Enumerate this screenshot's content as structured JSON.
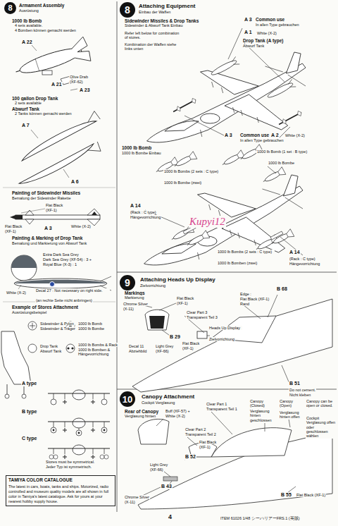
{
  "diagram": {
    "nodes": [
      {
        "text": [
          "8"
        ]
      },
      {
        "text": [
          "8"
        ]
      },
      {
        "text": [
          "9"
        ]
      },
      {
        "text": [
          "10"
        ]
      },
      {
        "text": [
          "TAMIYA COLOR CATALOGUE",
          "The latest in cars, boats, tanks and ships. Motorized, radio controlled and museum quality models are all shown in full color in Tamiya's latest catalogue. Ask for yours at your nearest hobby supply house."
        ]
      }
    ],
    "edges": [],
    "labels": [
      "Armament Assembly",
      "Ausrüstung",
      "1000 lb Bomb",
      "4 sets available.",
      "4 Bomben können gemacht werden",
      "A 22",
      "Olive Drab",
      "A 21",
      "(XF-62)",
      "A 23",
      "100 gallon Drop Tank",
      "2 sets available",
      "Abwurf Tank",
      "2 Tanks können gemacht werden",
      "A 7",
      "A 6",
      "Painting of Sidewinder Missiles",
      "Bemalung der Sidewinder Rakette",
      "Flat Black",
      "(XF-1)",
      "Flat Black",
      "(XF-1)",
      "A 3",
      "White (X-2)",
      "Painting & Marking of Drop Tank",
      "Bemalung und Markierung von Abwurf Tank",
      "Extra Dark Sea Grey",
      "Dark Sea Grey (XF-54) : 3 +",
      "Royal Blue (X-3) : 1",
      "White (X-2)",
      "Decal 27 : Not necessary on right side.",
      "(an rechte Seite nicht anbringen)",
      "Example of Stores Attachment",
      "Ausrüstungsbeispiel",
      "Sidewinder & Pylon",
      "Sidewinder & Träger",
      "1000 lb Bomb",
      "1000 lb Bombe",
      "Drop Tank",
      "Abwurf Tank",
      "1000 lb Bombs & Rack",
      "1000 lb Bomben & Hängevorrichtung",
      "A type",
      "B type",
      "C type",
      "Stores must be symmetrical.",
      "Jeder Typ ist symmetrisch.",
      "Attaching Equipment",
      "Einbau der Waffen",
      "Sidewinder Missiles & Drop Tanks",
      "Sidewinder & Abwurf Tank Einbau",
      "Refer left below for combination of stores.",
      "Kombination der Waffen siehe links unten",
      "A 3",
      "Common use",
      "In allen Type gebrauchen",
      "A 1",
      "White (X-2)",
      "Drop Tank (A type)",
      "Abwurf Tank",
      "A 3",
      "Common use",
      "A 2",
      "White (X-2)",
      "In allen Type gebrauchen",
      "1000 lb Bomb",
      "1000 lb Bombe Einbau",
      "1000 lb Bomb (1 set : B type)",
      "1000 lb Bombe",
      "1000 lb Bombs (2 sets : C type)",
      "1000 lb Bombe (zwei)",
      "A 14",
      "(Rack : C type)",
      "Hängevorrichtung",
      "Kupyi12",
      "1000 lb Bombs (2 sets : C type)",
      "1000 lb Bomben (zwei)",
      "A 14",
      "(Rack : C type)",
      "Hängevorrichtung",
      "Attaching Heads Up Display",
      "Zielvorrichtung",
      "Markings",
      "Markierung",
      "Chrome Silver",
      "(X-11)",
      "Flat Black",
      "(XF-1)",
      "Edge :",
      "Flat Black (XF-1)",
      "Rand",
      "B 68",
      "Clear Part 3",
      "Transparent Teil 3",
      "B 29",
      "Heads Up Display",
      "Zielvorrichtung",
      "Decal 11",
      "Abziehbild",
      "Light Grey",
      "(XF-66)",
      "Flat Black",
      "(XF-1)",
      "B 51",
      "Do not cement.",
      "Nicht kleben",
      "Canopy Attachment",
      "Cockpit Verglasung",
      "Rear of Canopy",
      "Verglasung hinten",
      "Buff (XF-57) +",
      "White (X-2)",
      "Clear Part 1",
      "Transparent Teil 1",
      "Canopy (Closed)",
      "Verglasung hinten geschlossen",
      "Canopy (Open)",
      "Verglasung hinten offen",
      "Canopy can be open or closed.",
      "Cockpit Verglasung offen oder geschlossen wählen",
      "Clear Part 2",
      "Transparent Teil 2",
      "Flat Black",
      "(XF-1)",
      "B 52",
      "Light Grey",
      "(XF-66)",
      "B 43",
      "Chrome Silver",
      "(X-11)",
      "B 55",
      "Flat Black (XF-1)",
      "4",
      "ITEM 61026 1/48 シーハリアーFRS.1 (英版)"
    ]
  }
}
